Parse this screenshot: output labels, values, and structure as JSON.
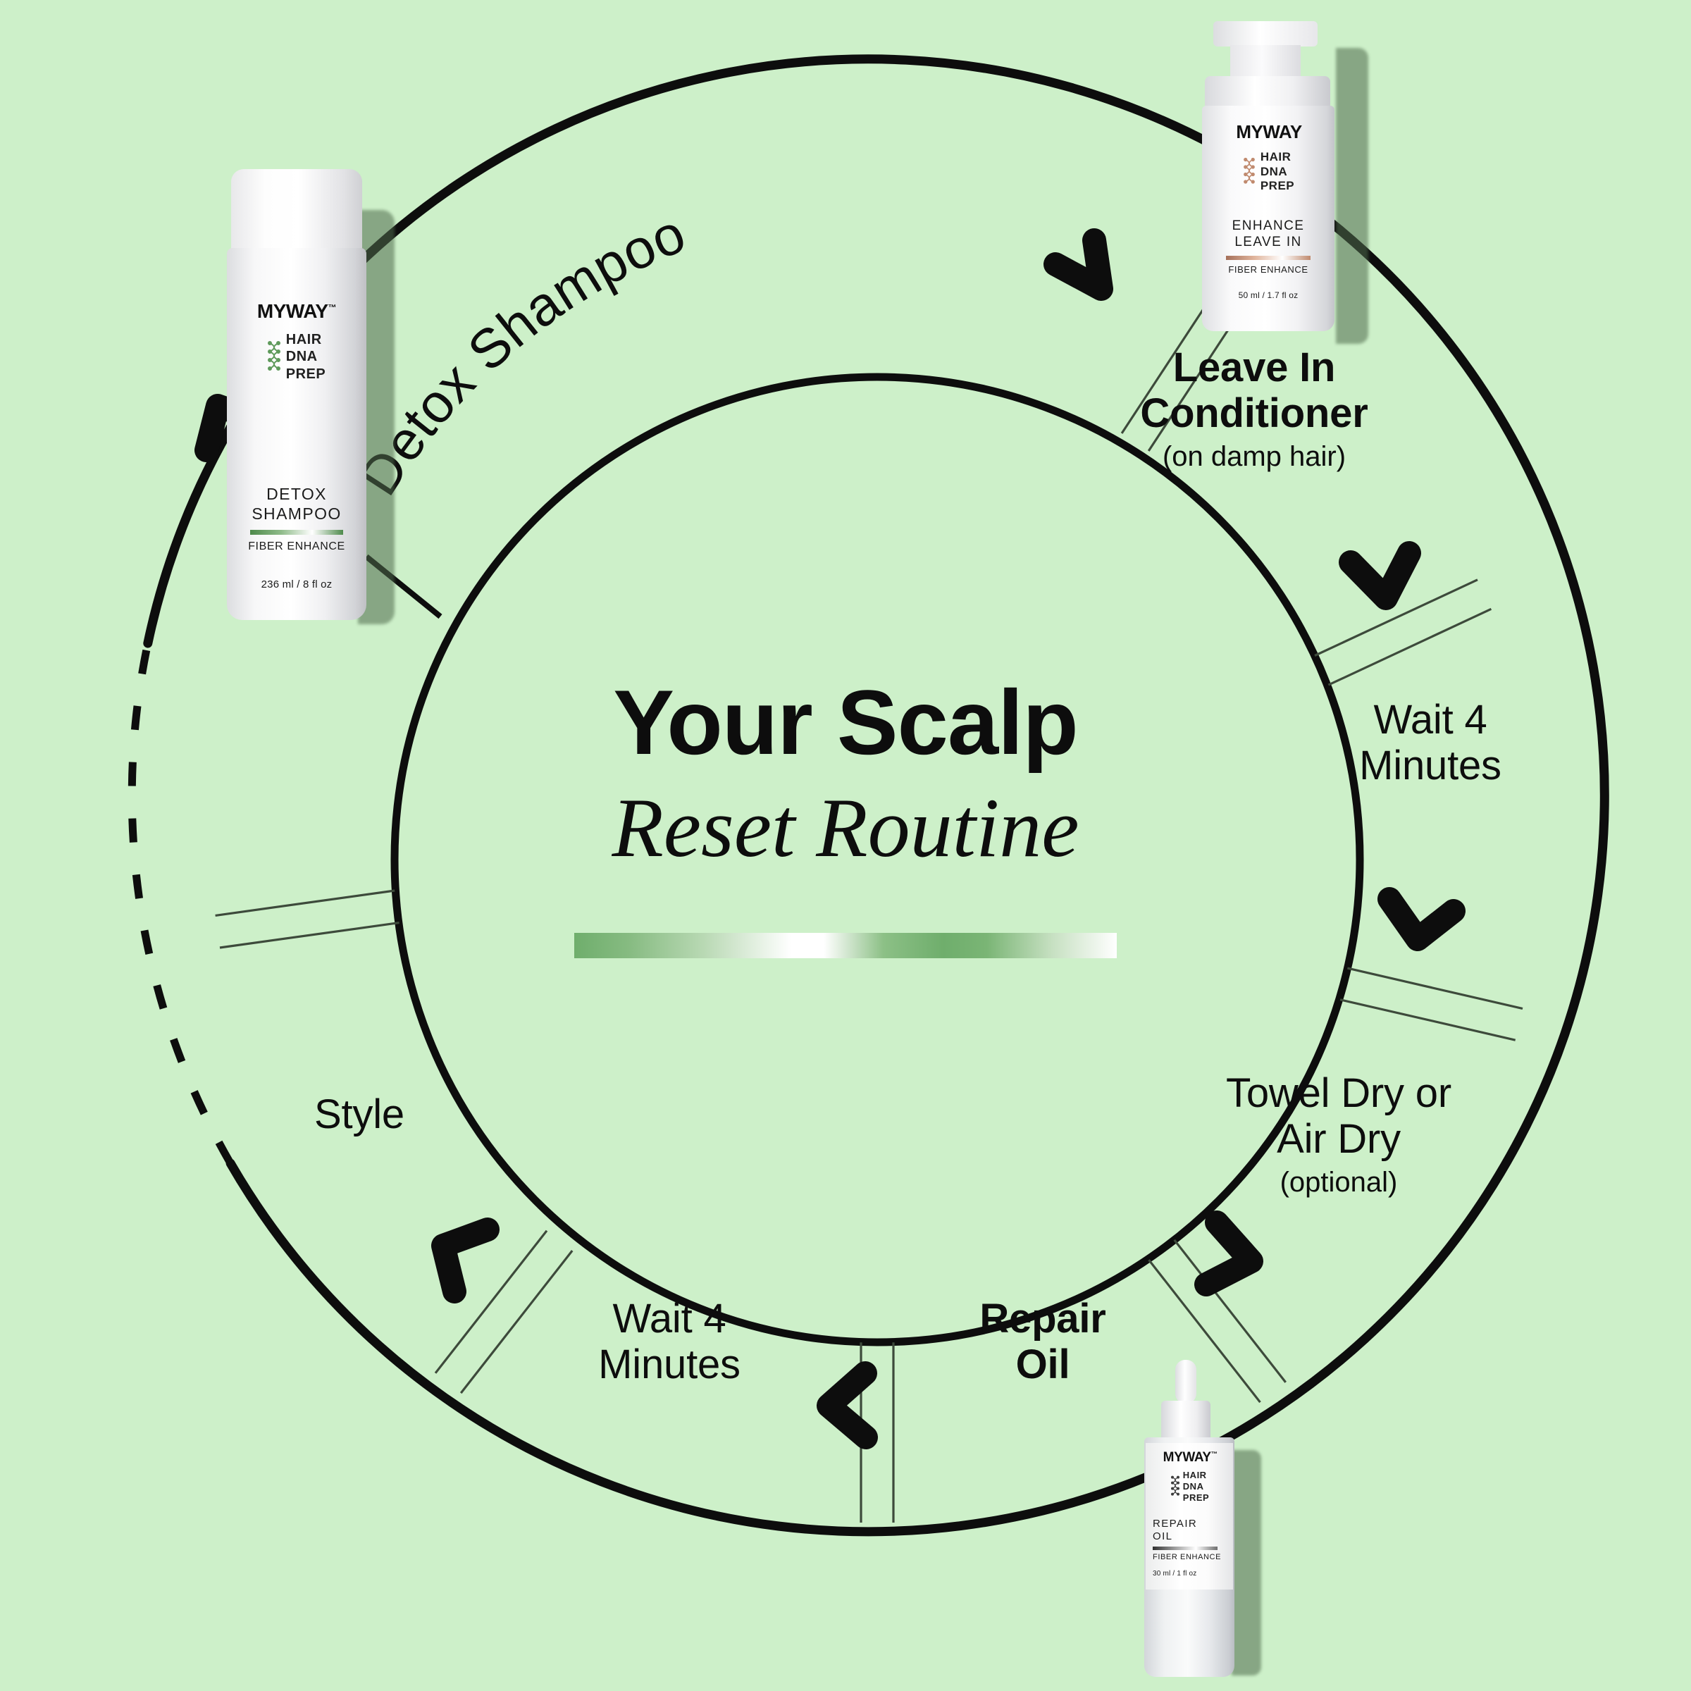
{
  "theme": {
    "background": "#cdf0c9",
    "ink": "#0d0d0d",
    "accent_green": "#6fae6c",
    "accent_rose": "#c08a6e"
  },
  "center": {
    "title_line1": "Your Scalp",
    "title_line2": "Reset Routine",
    "divider_name": "gradient-rule"
  },
  "arc_label": {
    "text": "Detox Shampoo"
  },
  "steps": [
    {
      "id": "detox-shampoo",
      "label": "Detox Shampoo",
      "sub": ""
    },
    {
      "id": "leave-in",
      "label": "Leave In\nConditioner",
      "line1": "Leave In",
      "line2": "Conditioner",
      "sub": "(on damp hair)"
    },
    {
      "id": "wait-1",
      "line1": "Wait 4",
      "line2": "Minutes",
      "sub": ""
    },
    {
      "id": "towel-dry",
      "line1": "Towel Dry or",
      "line2": "Air Dry",
      "sub": "(optional)"
    },
    {
      "id": "repair-oil",
      "line1": "Repair",
      "line2": "Oil",
      "sub": ""
    },
    {
      "id": "wait-2",
      "line1": "Wait 4",
      "line2": "Minutes",
      "sub": ""
    },
    {
      "id": "style",
      "line1": "Style",
      "line2": "",
      "sub": ""
    }
  ],
  "labels": {
    "leavein_l1": "Leave In",
    "leavein_l2": "Conditioner",
    "leavein_sub": "(on damp hair)",
    "wait1_l1": "Wait 4",
    "wait1_l2": "Minutes",
    "dry_l1": "Towel Dry or",
    "dry_l2": "Air Dry",
    "dry_sub": "(optional)",
    "oil_l1": "Repair",
    "oil_l2": "Oil",
    "wait2_l1": "Wait 4",
    "wait2_l2": "Minutes",
    "style_l1": "Style"
  },
  "products": [
    {
      "id": "detox-shampoo-bottle",
      "brand": "MYWAY",
      "brand_tm": "™",
      "dna_line1": "HAIR",
      "dna_line2": "DNA",
      "dna_line3": "PREP",
      "dna_color": "#5f9a5c",
      "name_line1": "DETOX",
      "name_line2": "SHAMPOO",
      "bar_color": "#4e8a4b",
      "fiber": "FIBER ENHANCE",
      "volume": "236 ml / 8 fl oz"
    },
    {
      "id": "leave-in-bottle",
      "brand": "MYWAY",
      "brand_tm": "",
      "dna_line1": "HAIR",
      "dna_line2": "DNA",
      "dna_line3": "PREP",
      "dna_color": "#c08a6e",
      "name_line1": "ENHANCE",
      "name_line2": "LEAVE IN",
      "bar_color": "#c08a6e",
      "fiber": "FIBER ENHANCE",
      "volume": "50 ml / 1.7 fl oz"
    },
    {
      "id": "repair-oil-bottle",
      "brand": "MYWAY",
      "brand_tm": "™",
      "dna_line1": "HAIR",
      "dna_line2": "DNA",
      "dna_line3": "PREP",
      "dna_color": "#3d3d3d",
      "name_line1": "REPAIR",
      "name_line2": "OIL",
      "bar_color": "#2f2f2f",
      "fiber": "FIBER ENHANCE",
      "volume": "30 ml / 1 fl oz"
    }
  ]
}
